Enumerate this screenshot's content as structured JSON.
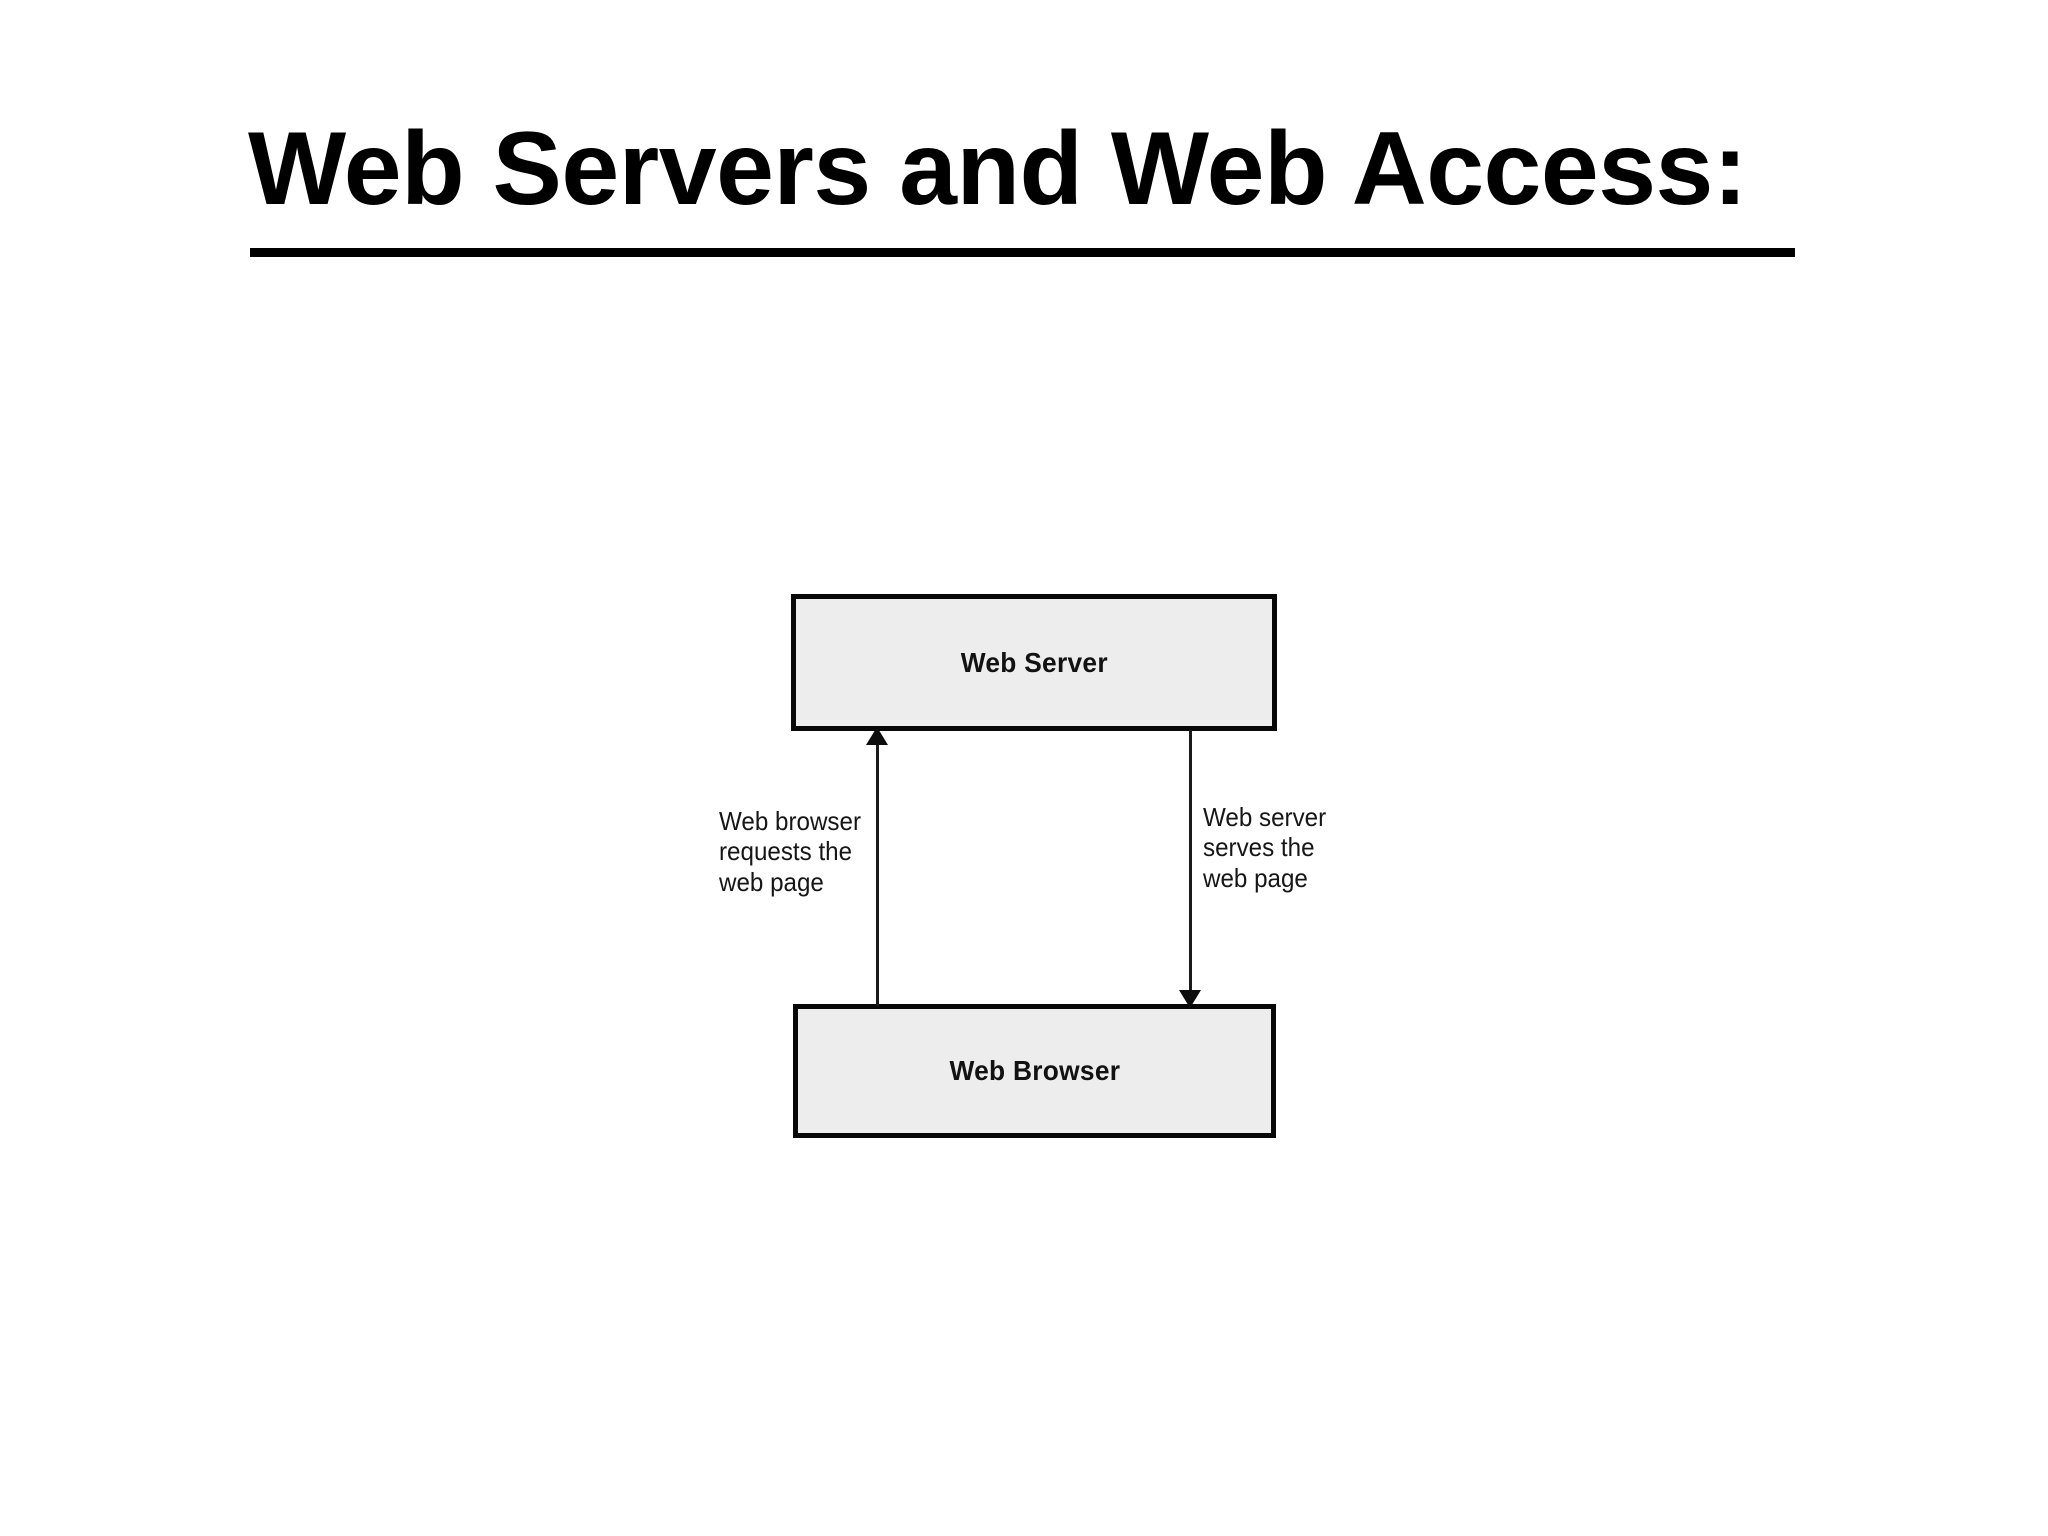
{
  "slide": {
    "title": "Web Servers and Web Access:",
    "background_color": "#ffffff",
    "title_color": "#000000"
  },
  "diagram": {
    "type": "flow-diagram",
    "node_fill_color": "#ededed",
    "node_border_color": "#080808",
    "arrow_color": "#0d0d0d",
    "nodes": [
      {
        "id": "web-server",
        "label": "Web Server"
      },
      {
        "id": "web-browser",
        "label": "Web Browser"
      }
    ],
    "arrows": [
      {
        "id": "request",
        "from": "web-browser",
        "to": "web-server",
        "direction": "up",
        "caption_lines": [
          "Web browser",
          "requests the",
          "web page"
        ]
      },
      {
        "id": "response",
        "from": "web-server",
        "to": "web-browser",
        "direction": "down",
        "caption_lines": [
          "Web server",
          "serves the",
          "web page"
        ]
      }
    ]
  }
}
